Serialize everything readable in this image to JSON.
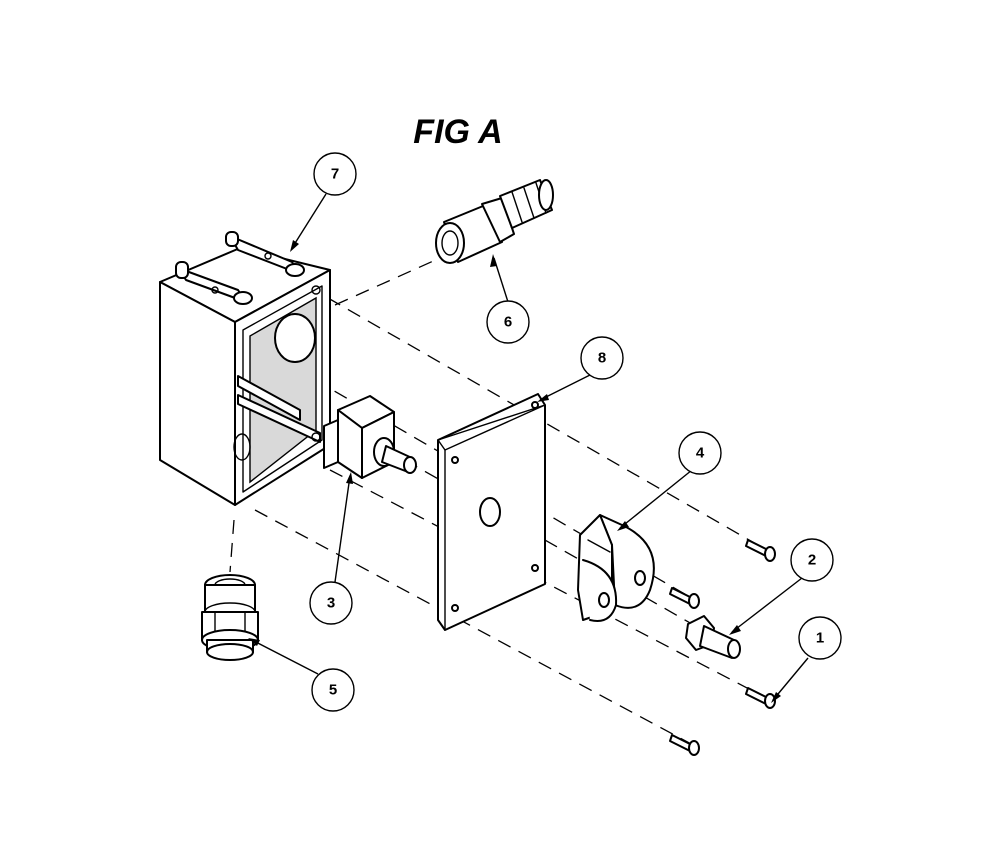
{
  "figure": {
    "title": "FIG A"
  },
  "callouts": [
    {
      "id": "callout-1",
      "label": "1"
    },
    {
      "id": "callout-2",
      "label": "2"
    },
    {
      "id": "callout-3",
      "label": "3"
    },
    {
      "id": "callout-4",
      "label": "4"
    },
    {
      "id": "callout-5",
      "label": "5"
    },
    {
      "id": "callout-6",
      "label": "6"
    },
    {
      "id": "callout-7",
      "label": "7"
    },
    {
      "id": "callout-8",
      "label": "8"
    }
  ]
}
